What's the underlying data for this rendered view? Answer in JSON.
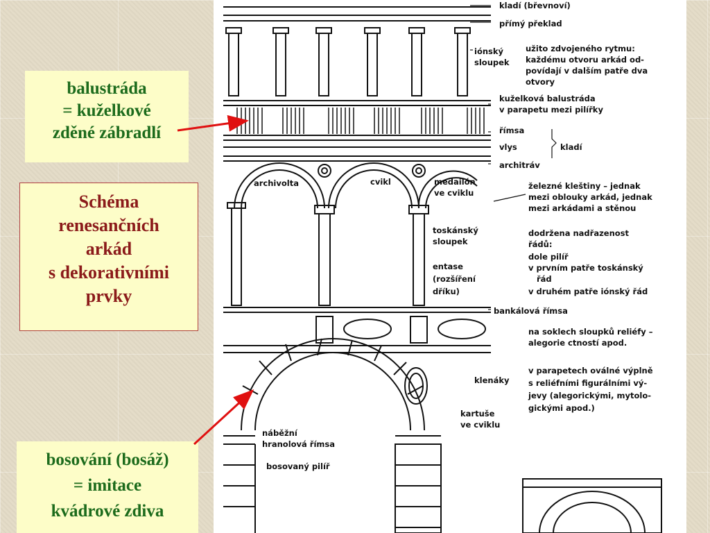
{
  "boxes": {
    "balustrada": [
      "balustráda",
      "= kuželkové",
      "zděné zábradlí"
    ],
    "schema": [
      "Schéma",
      "renesančních",
      "arkád",
      "s dekorativními",
      "prvky"
    ],
    "bosovani": [
      "bosování (bosáž)",
      "= imitace",
      "kvádrové zdiva"
    ]
  },
  "figure": {
    "labels": {
      "kladi_brevnovi": "kladí (břevnoví)",
      "primy_preklad": "přímý překlad",
      "ionsky": "iónský",
      "sloupek": "sloupek",
      "rytmus_1": "užito zdvojeného rytmu:",
      "rytmus_2": "každému otvoru arkád od-",
      "rytmus_3": "povídají v dalším patře dva",
      "rytmus_4": "otvory",
      "kuzelkova_1": "kuželková balustráda",
      "kuzelkova_2": "v parapetu mezi pilířky",
      "rimsa": "římsa",
      "vlys": "vlys",
      "kladi": "kladí",
      "architrav": "architráv",
      "archivolta": "archivolta",
      "cvikl": "cvikl",
      "medailon_1": "medailón",
      "medailon_2": "ve cviklu",
      "zelezne_1": "železné kleštiny – jednak",
      "zelezne_2": "mezi oblouky arkád, jednak",
      "zelezne_3": "mezi arkádami a stěnou",
      "toskansky_1": "toskánský",
      "toskansky_2": "sloupek",
      "nadrazenost_1": "dodržena nadřazenost",
      "nadrazenost_2": "řádů:",
      "nadrazenost_3": "dole pilíř",
      "nadrazenost_4": "v prvním patře toskánský",
      "nadrazenost_5": "řád",
      "nadrazenost_6": "v druhém patře iónský řád",
      "entase_1": "entase",
      "entase_2": "(rozšíření",
      "entase_3": "dříku)",
      "bankalova": "bankálová římsa",
      "soklech_1": "na soklech sloupků reliéfy –",
      "soklech_2": "alegorie ctností apod.",
      "parapetech_1": "v parapetech oválné výplně",
      "parapetech_2": "s reliéfními figurálními vý-",
      "parapetech_3": "jevy (alegorickými, mytolo-",
      "parapetech_4": "gickými apod.)",
      "klenaky": "klenáky",
      "kartuse_1": "kartuše",
      "kartuse_2": "ve cviklu",
      "nabezni_1": "náběžní",
      "nabezni_2": "hranolová římsa",
      "bosovany_pilir": "bosovaný pilíř"
    }
  },
  "colors": {
    "box_background": "#fdfdc8",
    "green_text": "#1c6b1c",
    "red_text": "#8b1a1a",
    "arrow": "#e01010"
  }
}
